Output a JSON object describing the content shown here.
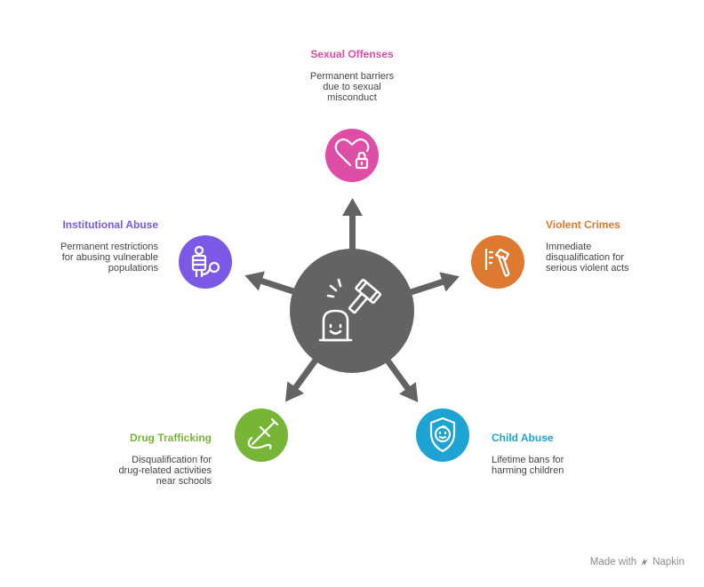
{
  "colors": {
    "hub": "#636363",
    "sexual": "#df4ea6",
    "violent": "#de7a30",
    "child": "#1ea3d5",
    "drug": "#77b536",
    "institutional": "#7b58e6"
  },
  "items": [
    {
      "key": "sexual",
      "title": "Sexual Offenses",
      "desc": [
        "Permanent barriers",
        "due to sexual",
        "misconduct"
      ],
      "icon": "heart-lock-icon"
    },
    {
      "key": "violent",
      "title": "Violent Crimes",
      "desc": [
        "Immediate",
        "disqualification for",
        "serious violent acts"
      ],
      "icon": "hammer-icon"
    },
    {
      "key": "child",
      "title": "Child Abuse",
      "desc": [
        "Lifetime bans for",
        "harming children"
      ],
      "icon": "child-shield-icon"
    },
    {
      "key": "drug",
      "title": "Drug Trafficking",
      "desc": [
        "Disqualification for",
        "drug-related activities",
        "near schools"
      ],
      "icon": "syringe-icon"
    },
    {
      "key": "institutional",
      "title": "Institutional Abuse",
      "desc": [
        "Permanent restrictions",
        "for abusing vulnerable",
        "populations"
      ],
      "icon": "prisoner-icon"
    }
  ],
  "hub_icon": "gavel-ghost-icon",
  "watermark": {
    "prefix": "Made with",
    "brand": "Napkin",
    "icon": "napkin-logo-icon"
  }
}
